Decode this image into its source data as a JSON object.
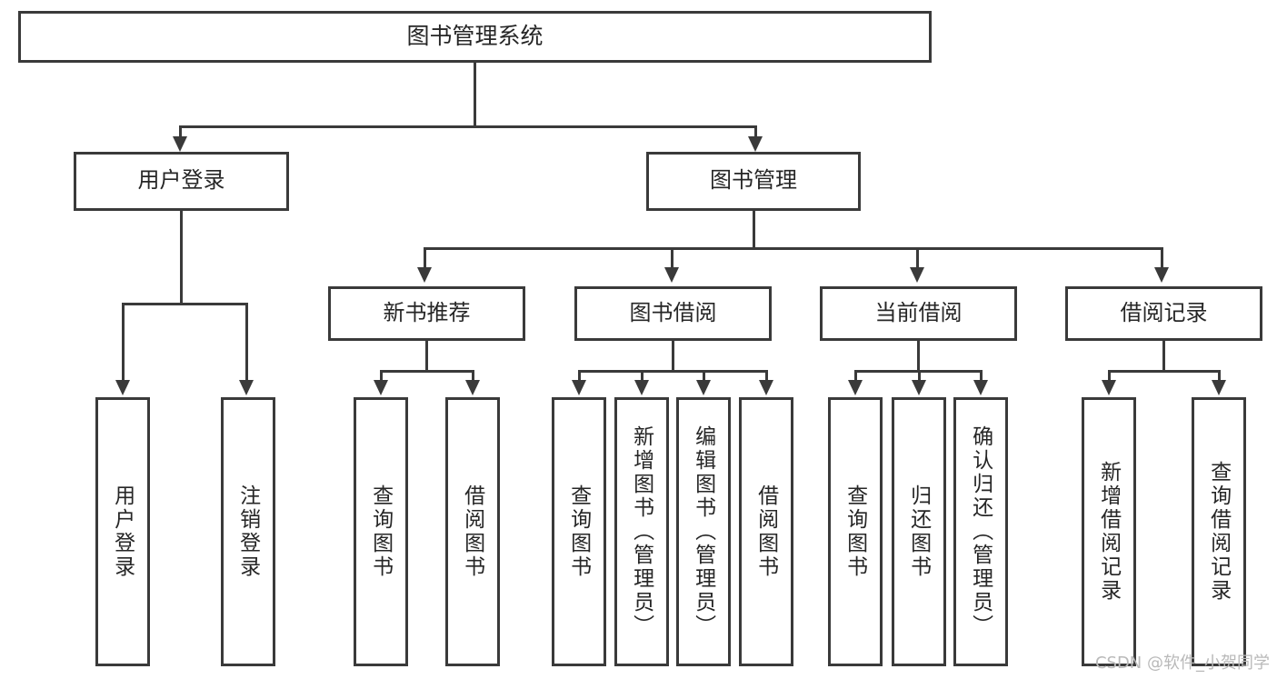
{
  "diagram": {
    "title": "图书管理系统",
    "type": "functional-structure-tree",
    "root": {
      "id": "root",
      "label": "图书管理系统"
    },
    "level2": [
      {
        "id": "user-login",
        "label": "用户登录"
      },
      {
        "id": "book-management",
        "label": "图书管理"
      }
    ],
    "level3": [
      {
        "id": "new-book-recommend",
        "label": "新书推荐",
        "parent": "book-management"
      },
      {
        "id": "book-borrow",
        "label": "图书借阅",
        "parent": "book-management"
      },
      {
        "id": "current-borrow",
        "label": "当前借阅",
        "parent": "book-management"
      },
      {
        "id": "borrow-record",
        "label": "借阅记录",
        "parent": "book-management"
      }
    ],
    "leaves": [
      {
        "id": "leaf-user-login",
        "label": "用户登录",
        "parent": "user-login"
      },
      {
        "id": "leaf-logout-login",
        "label": "注销登录",
        "parent": "user-login"
      },
      {
        "id": "leaf-query-book-1",
        "label": "查询图书",
        "parent": "new-book-recommend"
      },
      {
        "id": "leaf-borrow-book-1",
        "label": "借阅图书",
        "parent": "new-book-recommend"
      },
      {
        "id": "leaf-query-book-2",
        "label": "查询图书",
        "parent": "book-borrow"
      },
      {
        "id": "leaf-add-book",
        "label": "新增图书（管理员）",
        "parent": "book-borrow"
      },
      {
        "id": "leaf-edit-book",
        "label": "编辑图书（管理员）",
        "parent": "book-borrow"
      },
      {
        "id": "leaf-borrow-book-2",
        "label": "借阅图书",
        "parent": "book-borrow"
      },
      {
        "id": "leaf-query-book-3",
        "label": "查询图书",
        "parent": "current-borrow"
      },
      {
        "id": "leaf-return-book",
        "label": "归还图书",
        "parent": "current-borrow"
      },
      {
        "id": "leaf-confirm-return",
        "label": "确认归还（管理员）",
        "parent": "current-borrow"
      },
      {
        "id": "leaf-add-borrow-record",
        "label": "新增借阅记录",
        "parent": "borrow-record"
      },
      {
        "id": "leaf-query-borrow-record",
        "label": "查询借阅记录",
        "parent": "borrow-record"
      }
    ],
    "colors": {
      "stroke": "#3a3a3a",
      "fill": "#ffffff",
      "text": "#262626",
      "watermark": "#b9b9b9"
    }
  },
  "watermark": {
    "text": "CSDN @软件_小贺同学"
  }
}
